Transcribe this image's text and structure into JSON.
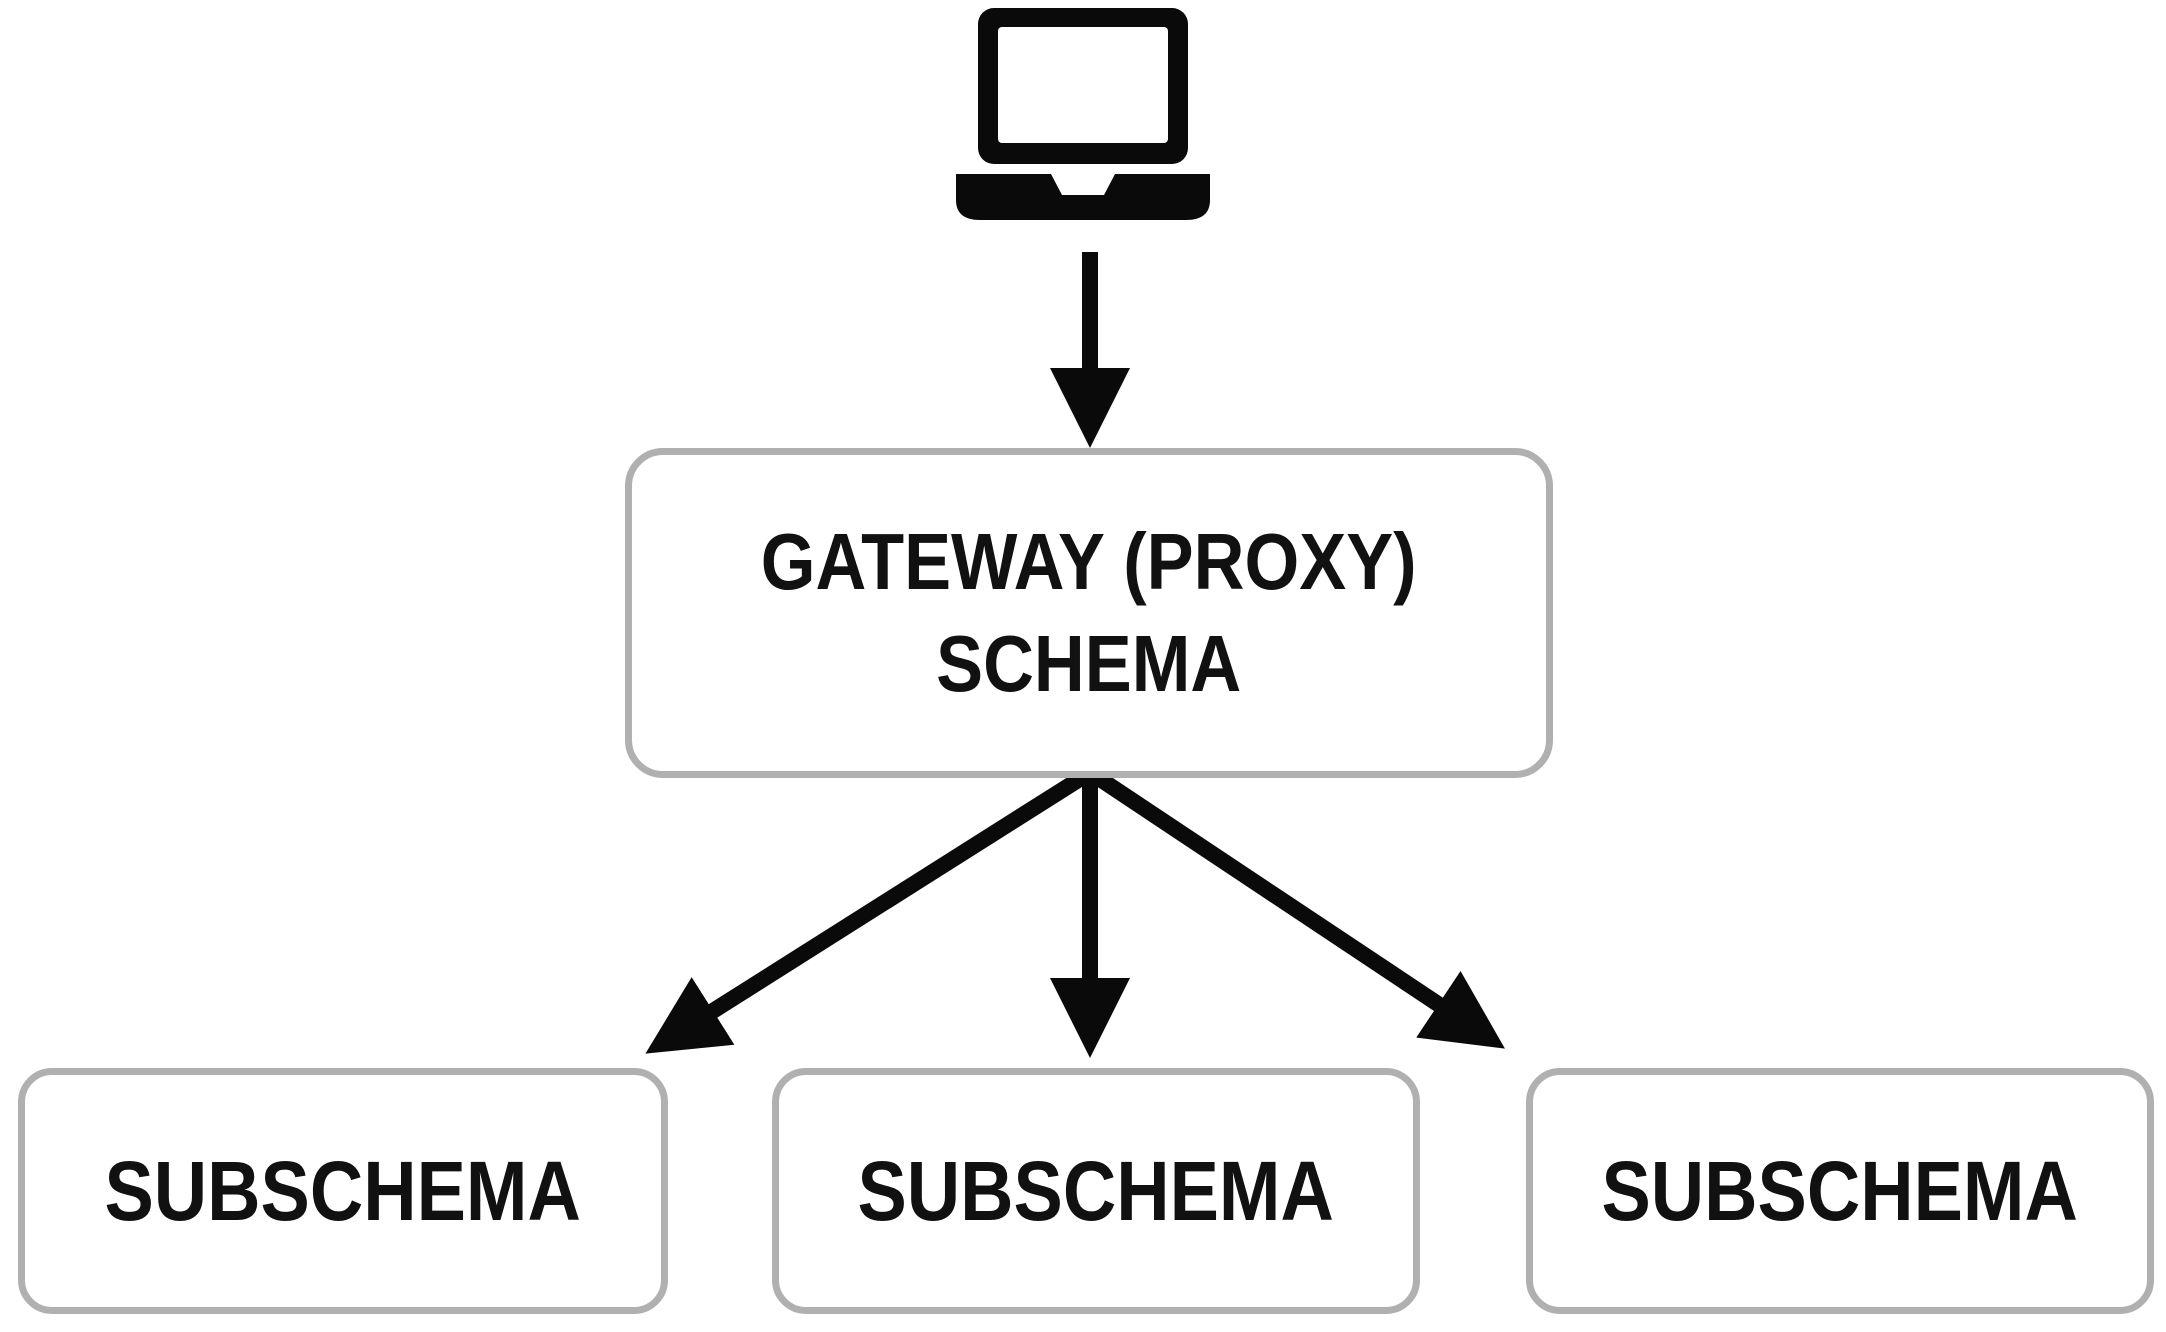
{
  "diagram": {
    "gateway": {
      "line1": "GATEWAY (PROXY)",
      "line2": "SCHEMA"
    },
    "subschemas": [
      {
        "label": "SUBSCHEMA"
      },
      {
        "label": "SUBSCHEMA"
      },
      {
        "label": "SUBSCHEMA"
      }
    ],
    "icons": {
      "client": "laptop-icon"
    },
    "colors": {
      "box_border": "#b0b0b0",
      "box_fill": "#ffffff",
      "arrow": "#0a0a0a",
      "text": "#111111"
    }
  }
}
